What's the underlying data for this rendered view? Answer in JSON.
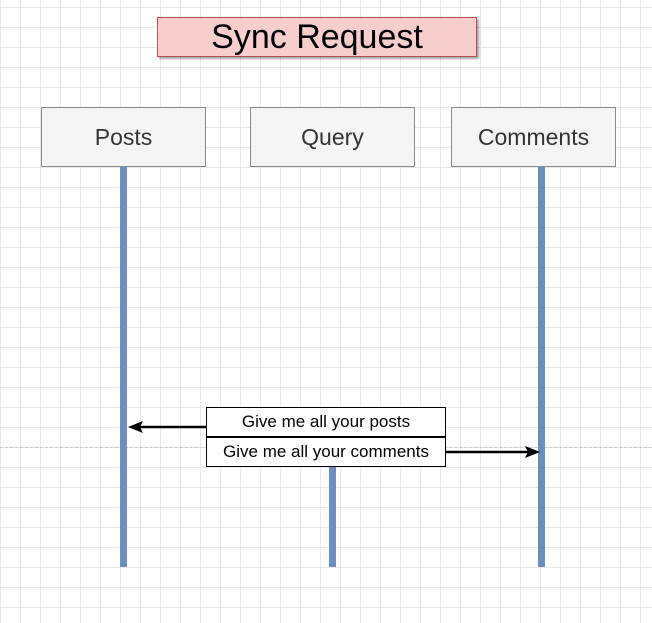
{
  "title": "Sync Request",
  "actors": [
    "Posts",
    "Query",
    "Comments"
  ],
  "messages": [
    {
      "label": "Give me all your posts",
      "from": "Query",
      "to": "Posts"
    },
    {
      "label": "Give me all your comments",
      "from": "Query",
      "to": "Comments"
    }
  ],
  "colors": {
    "title_fill": "#f8cecc",
    "title_border": "#b85450",
    "actor_fill": "#f5f5f5",
    "lifeline": "#6c8ebf"
  }
}
